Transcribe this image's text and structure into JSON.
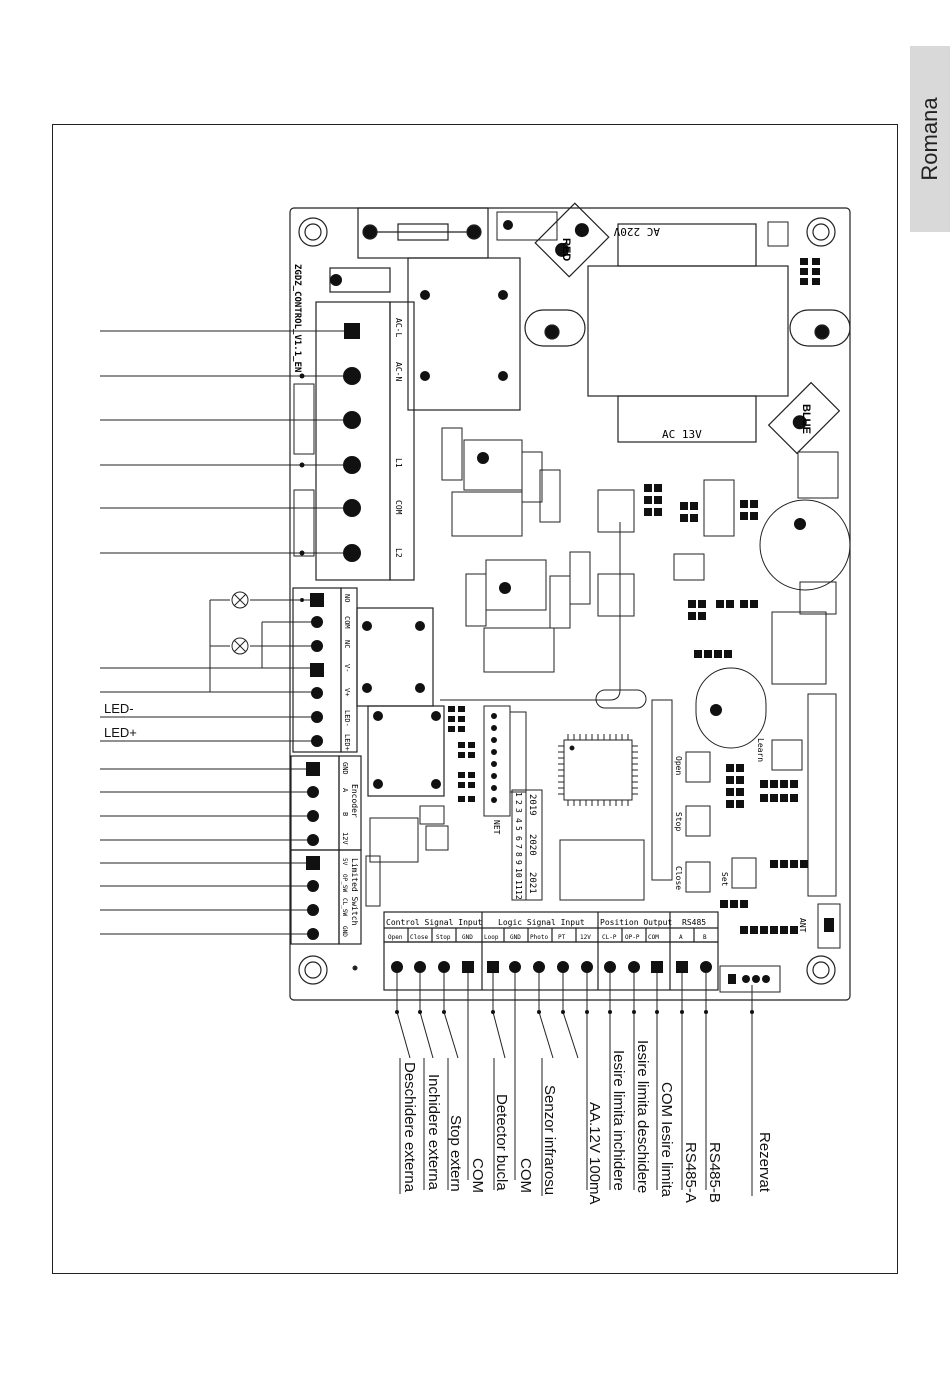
{
  "language_tab": "Romana",
  "board": {
    "model_text": "ZGDZ_CONTROL_V1.1_EN",
    "transformer_primary": "AC 220V",
    "transformer_secondary": "AC 13V",
    "red_tab": "RED",
    "blue_tab": "BLUE",
    "ant_label": "ANT",
    "net_label": "NET",
    "learn_label": "Learn",
    "open_btn": "Open",
    "stop_btn": "Stop",
    "close_btn": "Close",
    "set_btn": "Set",
    "dip_numbers": [
      "1",
      "2",
      "3",
      "4",
      "5",
      "6",
      "7",
      "8",
      "9",
      "10",
      "11",
      "12"
    ],
    "dip_years": [
      "2019",
      "2020",
      "2021"
    ],
    "power_terminals": [
      "AC-L",
      "AC-N",
      "L1",
      "COM",
      "L2"
    ],
    "lamp_terminals": [
      "NO",
      "COM",
      "NC",
      "V-",
      "V+",
      "LED-",
      "LED+"
    ],
    "encoder_title": "Encoder",
    "encoder_terminals": [
      "GND",
      "A",
      "B",
      "12V"
    ],
    "limit_title": "Limited Switch",
    "limit_terminals": [
      "5V",
      "OP_SW",
      "CL_SW",
      "GND"
    ],
    "bottom_groups": [
      {
        "title": "Control Signal Input",
        "pins": [
          "Open",
          "Close",
          "Stop",
          "GND"
        ]
      },
      {
        "title": "Logic Signal Input",
        "pins": [
          "Loop",
          "GND",
          "Photo",
          "PT",
          "12V"
        ]
      },
      {
        "title": "Position Output",
        "pins": [
          "CL-P",
          "OP-P",
          "COM"
        ]
      },
      {
        "title": "RS485",
        "pins": [
          "A",
          "B"
        ]
      }
    ]
  },
  "left_labels": {
    "led_minus": "LED-",
    "led_plus": "LED+"
  },
  "bottom_labels": [
    "Deschidere externa",
    "Inchidere externa",
    "Stop extern",
    "COM",
    "Detector bucla",
    "COM",
    "Senzor infrarosu",
    "AA.12V 100mA",
    "Iesire limita inchidere",
    "Iesire limita deschidere",
    "COM Iesire limita",
    "RS485-A",
    "RS485-B",
    "Rezervat"
  ]
}
